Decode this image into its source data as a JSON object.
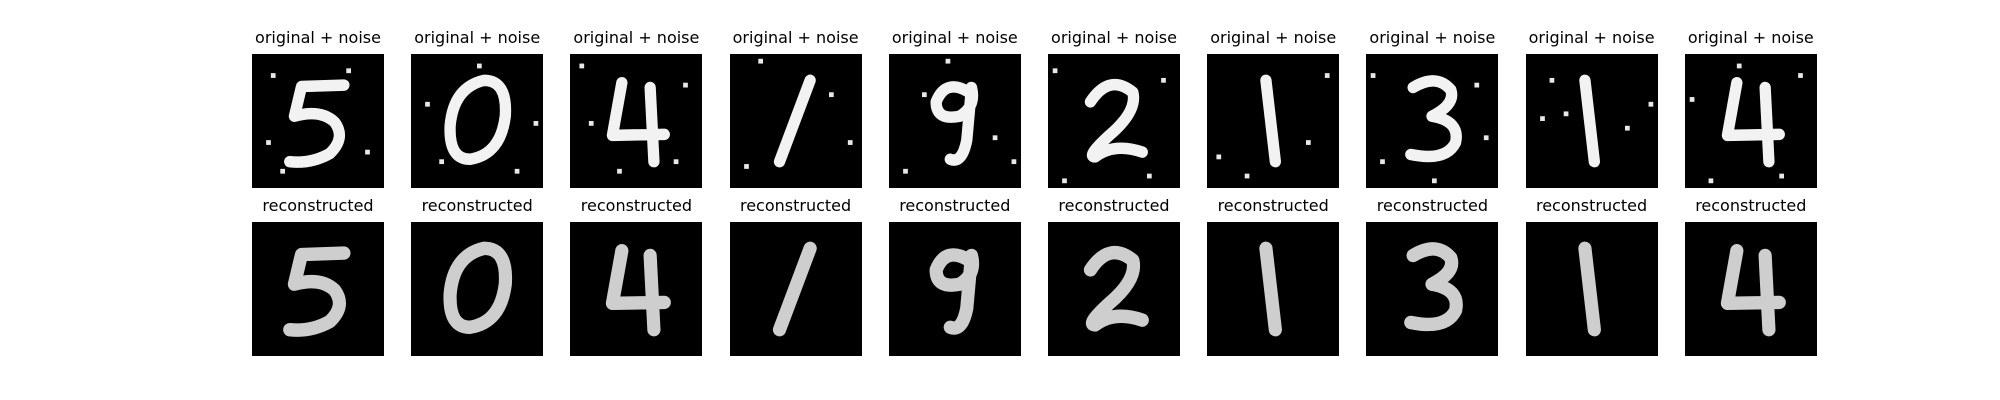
{
  "figure": {
    "rows": [
      {
        "row_name": "noisy",
        "panels": [
          {
            "title": "original + noise",
            "digit": "5"
          },
          {
            "title": "original + noise",
            "digit": "0"
          },
          {
            "title": "original + noise",
            "digit": "4"
          },
          {
            "title": "original + noise",
            "digit": "1"
          },
          {
            "title": "original + noise",
            "digit": "9"
          },
          {
            "title": "original + noise",
            "digit": "2"
          },
          {
            "title": "original + noise",
            "digit": "1"
          },
          {
            "title": "original + noise",
            "digit": "3"
          },
          {
            "title": "original + noise",
            "digit": "1"
          },
          {
            "title": "original + noise",
            "digit": "4"
          }
        ]
      },
      {
        "row_name": "reconstructed",
        "panels": [
          {
            "title": "reconstructed",
            "digit": "5"
          },
          {
            "title": "reconstructed",
            "digit": "0"
          },
          {
            "title": "reconstructed",
            "digit": "4"
          },
          {
            "title": "reconstructed",
            "digit": "1"
          },
          {
            "title": "reconstructed",
            "digit": "9"
          },
          {
            "title": "reconstructed",
            "digit": "2"
          },
          {
            "title": "reconstructed",
            "digit": "1"
          },
          {
            "title": "reconstructed",
            "digit": "3"
          },
          {
            "title": "reconstructed",
            "digit": "1"
          },
          {
            "title": "reconstructed",
            "digit": "4"
          }
        ]
      }
    ],
    "colors": {
      "panel_background": "#000000",
      "digit_stroke": "#f2f2f2",
      "noise_pixel": "#e8e8e8",
      "title_text": "#000000"
    }
  }
}
